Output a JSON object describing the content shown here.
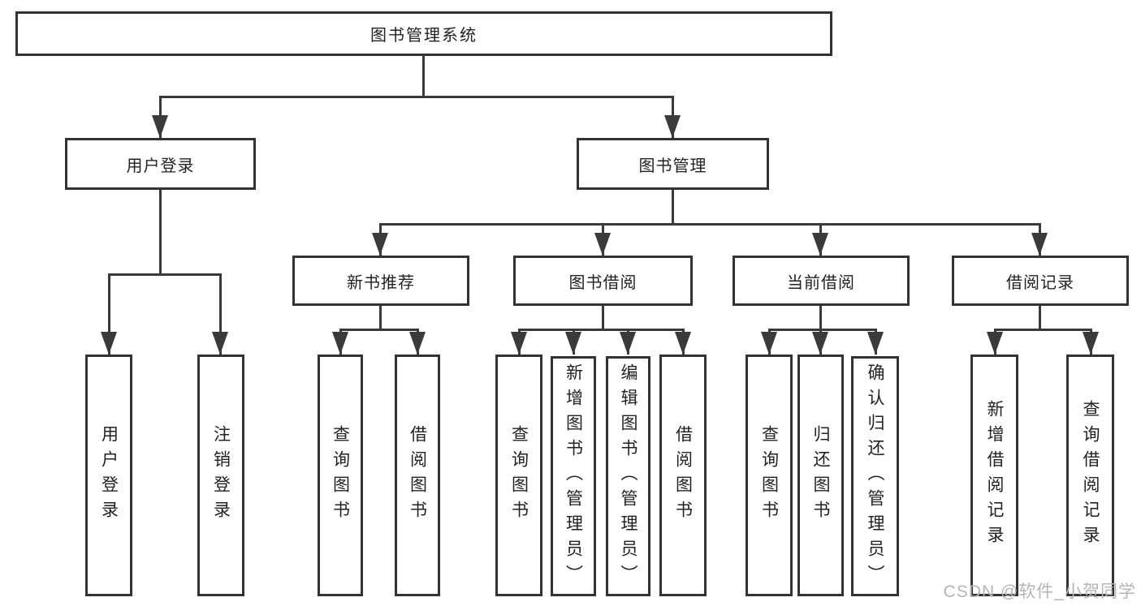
{
  "diagram": {
    "type": "tree-diagram",
    "title": "图书管理系统",
    "tree": {
      "label": "图书管理系统",
      "children": [
        {
          "label": "用户登录",
          "children": [
            {
              "label": "用户登录"
            },
            {
              "label": "注销登录"
            }
          ]
        },
        {
          "label": "图书管理",
          "children": [
            {
              "label": "新书推荐",
              "children": [
                {
                  "label": "查询图书"
                },
                {
                  "label": "借阅图书"
                }
              ]
            },
            {
              "label": "图书借阅",
              "children": [
                {
                  "label": "查询图书"
                },
                {
                  "label": "新增图书（管理员）"
                },
                {
                  "label": "编辑图书（管理员）"
                },
                {
                  "label": "借阅图书"
                }
              ]
            },
            {
              "label": "当前借阅",
              "children": [
                {
                  "label": "查询图书"
                },
                {
                  "label": "归还图书"
                },
                {
                  "label": "确认归还（管理员）"
                }
              ]
            },
            {
              "label": "借阅记录",
              "children": [
                {
                  "label": "新增借阅记录"
                },
                {
                  "label": "查询借阅记录"
                }
              ]
            }
          ]
        }
      ]
    }
  },
  "colors": {
    "line": "#3a3a3a",
    "box_border": "#333333",
    "text": "#222222",
    "watermark": "#b5b5b5"
  },
  "watermark": {
    "text": "CSDN @软件_小贺同学"
  }
}
